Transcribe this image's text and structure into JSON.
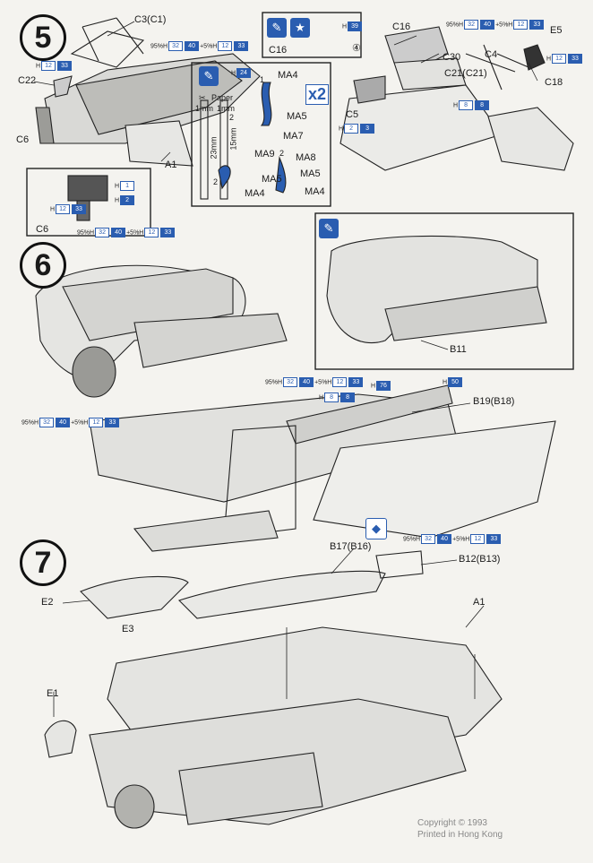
{
  "steps": {
    "s5": "5",
    "s6": "6",
    "s7": "7"
  },
  "step5": {
    "parts": {
      "c3c1": "C3(C1)",
      "c22": "C22",
      "c6": "C6",
      "a1": "A1",
      "c6b": "C6",
      "c16a": "C16",
      "c16b": "C16",
      "c30": "C30",
      "c5": "C5",
      "c4": "C4",
      "c21": "C21(C21)",
      "c18": "C18",
      "e5": "E5",
      "ma4a": "MA4",
      "ma5a": "MA5",
      "ma7": "MA7",
      "ma9": "MA9",
      "ma8": "MA8",
      "ma5b": "MA5",
      "ma5c": "MA5",
      "ma4b": "MA4",
      "ma4c": "MA4"
    },
    "paper_label": "Paper",
    "mm_a": "1mm",
    "mm_b": "1mm",
    "mm_23": "23mm",
    "mm_15": "15mm",
    "x2": "x2",
    "n1": "1",
    "n2": "2",
    "n2b": "2",
    "n2c": "2",
    "circ4": "④"
  },
  "step6": {
    "parts": {
      "b11": "B11",
      "b19": "B19(B18)"
    }
  },
  "step7": {
    "parts": {
      "b17": "B17(B16)",
      "b12": "B12(B13)",
      "e2": "E2",
      "e3": "E3",
      "e1": "E1",
      "a1": "A1"
    }
  },
  "paints": {
    "pct95": "95%",
    "pct5": "5%",
    "plus": "+",
    "h": "H",
    "c32": "32",
    "c40": "40",
    "c12": "12",
    "c33": "33",
    "c1": "1",
    "c2": "2",
    "c3": "3",
    "c8": "8",
    "c24": "24",
    "c76": "76",
    "c50": "50",
    "c39": "39"
  },
  "copyright": {
    "line1": "Copyright © 1993",
    "line2": "Printed in Hong Kong"
  },
  "colors": {
    "accent": "#2a5db0",
    "ink": "#1a1a1a",
    "paper": "#f4f3ef"
  }
}
